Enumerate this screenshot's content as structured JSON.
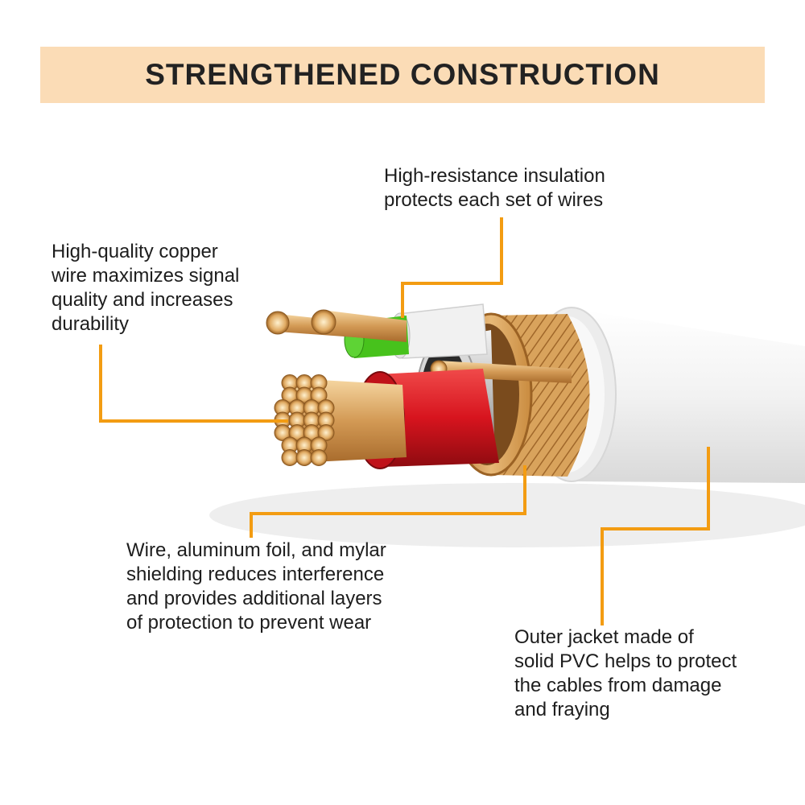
{
  "header": {
    "title": "STRENGTHENED CONSTRUCTION"
  },
  "callouts": {
    "insulation": "High-resistance insulation\nprotects each set of wires",
    "copper": "High-quality copper\nwire maximizes signal\nquality and increases\ndurability",
    "shielding": "Wire, aluminum foil, and mylar\nshielding reduces interference\nand provides additional layers\nof protection to prevent wear",
    "jacket": "Outer jacket made of\nsolid PVC helps to protect\nthe cables from damage\nand fraying"
  },
  "colors": {
    "banner": "#fbdcb6",
    "leader_line": "#f39c12",
    "copper": "#d9a35c",
    "red_insulation": "#d7141e",
    "green_insulation": "#47c21c",
    "outer_jacket": "#f4f4f4",
    "braid": "#c98b3f"
  }
}
